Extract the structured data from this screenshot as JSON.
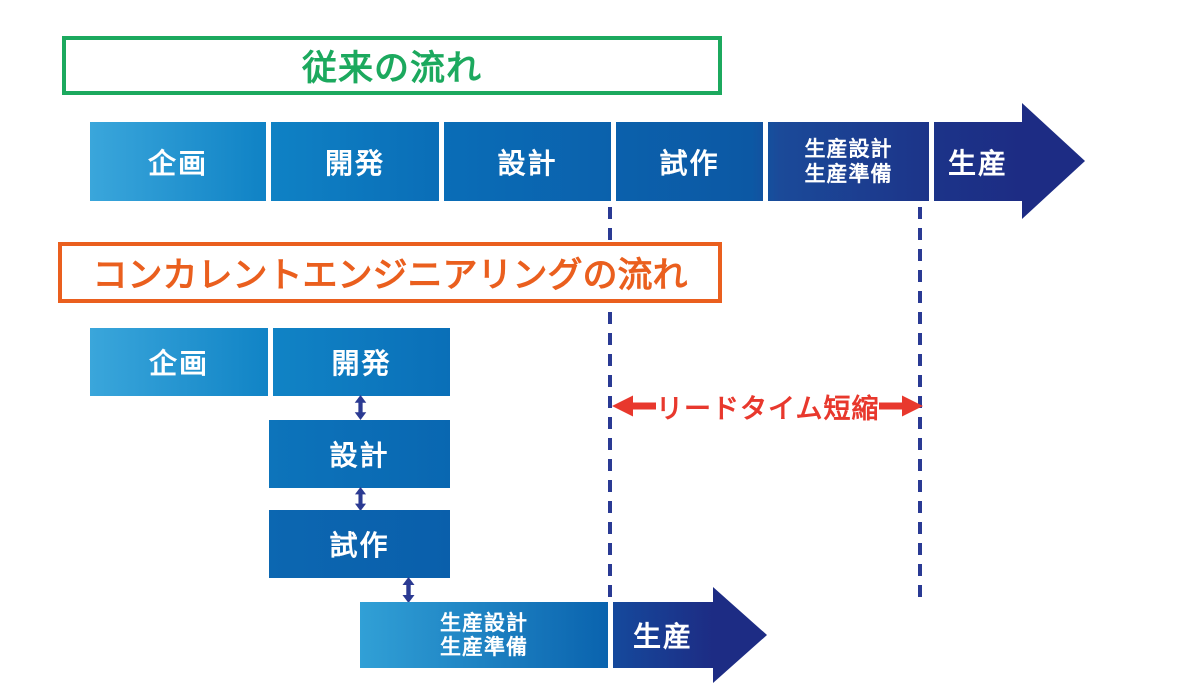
{
  "titles": {
    "traditional": "従来の流れ",
    "concurrent": "コンカレントエンジニアリングの流れ"
  },
  "stage_labels": {
    "planning": "企画",
    "development": "開発",
    "design": "設計",
    "prototype": "試作",
    "prod_design": "生産設計",
    "prod_prep": "生産準備",
    "production": "生産"
  },
  "annotation": {
    "lead_time": "リードタイム短縮"
  },
  "colors": {
    "title_green": "#1ca95e",
    "title_orange": "#ea5f1e",
    "annotation_red": "#e8382d",
    "flow_navy": "#1d2c84",
    "flow_light_blue": "#3aa6db",
    "flow_mid_blue": "#0a6cb6",
    "guide_dashed_blue": "#2a3a94"
  }
}
